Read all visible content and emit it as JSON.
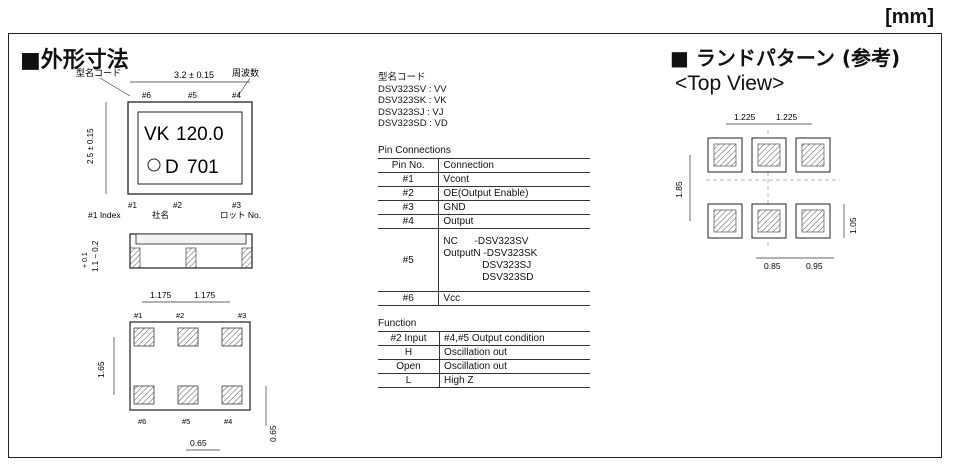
{
  "unit": "[mm]",
  "heading_left": "■外形寸法",
  "heading_right": "■ ランドパターン (参考)",
  "top_view": "<Top View>",
  "outline": {
    "label_model": "型名コード",
    "label_freq": "周波数",
    "width_dim": "3.2 ± 0.15",
    "height_dim": "2.5 ± 0.15",
    "pin6": "#6",
    "pin5": "#5",
    "pin4": "#4",
    "pin1": "#1",
    "pin2": "#2",
    "pin3": "#3",
    "marking_model": "VK",
    "marking_freq": "120.0",
    "marking_d": "D",
    "marking_lot": "701",
    "index_label": "#1 Index",
    "name_label": "社名",
    "lot_label": "ロット No.",
    "thickness_dim": "1.1 − 0.2",
    "thickness_tol": "+ 0.1",
    "pad_pitch_left": "1.175",
    "pad_pitch_right": "1.175",
    "pad_vert": "1.65",
    "pad_w": "0.65",
    "pad_h": "0.65"
  },
  "model_list": {
    "title": "型名コード",
    "items": [
      "DSV323SV : VV",
      "DSV323SK : VK",
      "DSV323SJ : VJ",
      "DSV323SD : VD"
    ]
  },
  "pin_table": {
    "title": "Pin Connections",
    "headers": [
      "Pin No.",
      "Connection"
    ],
    "rows": [
      [
        "#1",
        "Vcont"
      ],
      [
        "#2",
        "OE(Output Enable)"
      ],
      [
        "#3",
        "GND"
      ],
      [
        "#4",
        "Output"
      ]
    ],
    "row5_pin": "#5",
    "row5_lines": [
      "NC      -DSV323SV",
      "OutputN -DSV323SK",
      "              DSV323SJ",
      "              DSV323SD"
    ],
    "row6_pin": "#6",
    "row6_conn": "Vcc"
  },
  "function_table": {
    "title": "Function",
    "headers": [
      "#2 Input",
      "#4,#5 Output condition"
    ],
    "rows": [
      [
        "H",
        "Oscillation out"
      ],
      [
        "Open",
        "Oscillation out"
      ],
      [
        "L",
        "High Z"
      ]
    ]
  },
  "land": {
    "pitch1": "1.225",
    "pitch2": "1.225",
    "height": "1.85",
    "pad_h": "1.05",
    "pad_w1": "0.85",
    "pad_w2": "0.95"
  }
}
